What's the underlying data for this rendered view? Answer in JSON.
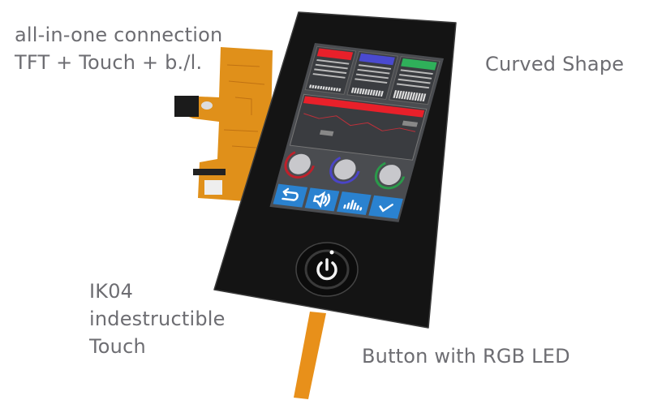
{
  "labels": {
    "connection_line1": "all-in-one connection",
    "connection_line2": "TFT + Touch + b./l.",
    "curved": "Curved Shape",
    "touch_line1": "IK04",
    "touch_line2": "indestructible",
    "touch_line3": "Touch",
    "button": "Button with RGB LED"
  },
  "screen": {
    "cards": [
      {
        "color": "#e8202a"
      },
      {
        "color": "#4a4ad0"
      },
      {
        "color": "#2fb05a"
      }
    ],
    "graph_header_color": "#e8202a",
    "knobs": [
      {
        "ring_color": "#c0202a"
      },
      {
        "ring_color": "#4a44c8"
      },
      {
        "ring_color": "#2a9a4a"
      }
    ],
    "buttons": [
      {
        "icon": "back-arrow-icon"
      },
      {
        "icon": "speaker-icon"
      },
      {
        "icon": "equalizer-icon"
      },
      {
        "icon": "checkmark-icon"
      }
    ],
    "button_color": "#2a82d0"
  },
  "colors": {
    "label": "#6d6d72",
    "fpc": "#e0901a",
    "device": "#141414"
  }
}
